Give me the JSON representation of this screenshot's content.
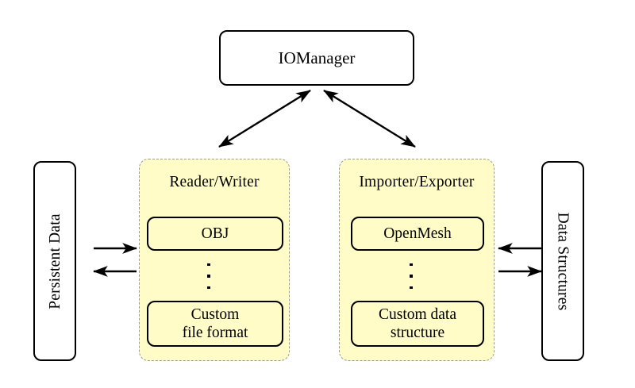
{
  "diagram": {
    "type": "architecture-block-diagram",
    "background": "#ffffff",
    "panel_fill": "#fffcc8",
    "panel_border": "#9a9a9a",
    "node_border": "#000000",
    "manager": {
      "label": "IOManager"
    },
    "left_store": {
      "label": "Persistent Data",
      "orientation": "vertical-bottom-to-top"
    },
    "right_store": {
      "label": "Data Structures",
      "orientation": "vertical-top-to-bottom"
    },
    "panels": [
      {
        "title": "Reader/Writer",
        "items": [
          {
            "label": "OBJ"
          },
          {
            "label": "⋮",
            "kind": "ellipsis"
          },
          {
            "label": "Custom\nfile format",
            "line1": "Custom",
            "line2": "file format"
          }
        ]
      },
      {
        "title": "Importer/Exporter",
        "items": [
          {
            "label": "OpenMesh"
          },
          {
            "label": "⋮",
            "kind": "ellipsis"
          },
          {
            "label": "Custom data\nstructure",
            "line1": "Custom data",
            "line2": "structure"
          }
        ]
      }
    ],
    "connections": [
      {
        "from": "Reader/Writer",
        "to": "IOManager",
        "style": "double-headed-diagonal"
      },
      {
        "from": "Importer/Exporter",
        "to": "IOManager",
        "style": "double-headed-diagonal"
      },
      {
        "from": "Persistent Data",
        "to": "Reader/Writer",
        "style": "single-headed-right"
      },
      {
        "from": "Reader/Writer",
        "to": "Persistent Data",
        "style": "single-headed-left"
      },
      {
        "from": "Data Structures",
        "to": "Importer/Exporter",
        "style": "single-headed-left"
      },
      {
        "from": "Importer/Exporter",
        "to": "Data Structures",
        "style": "single-headed-right"
      }
    ]
  }
}
